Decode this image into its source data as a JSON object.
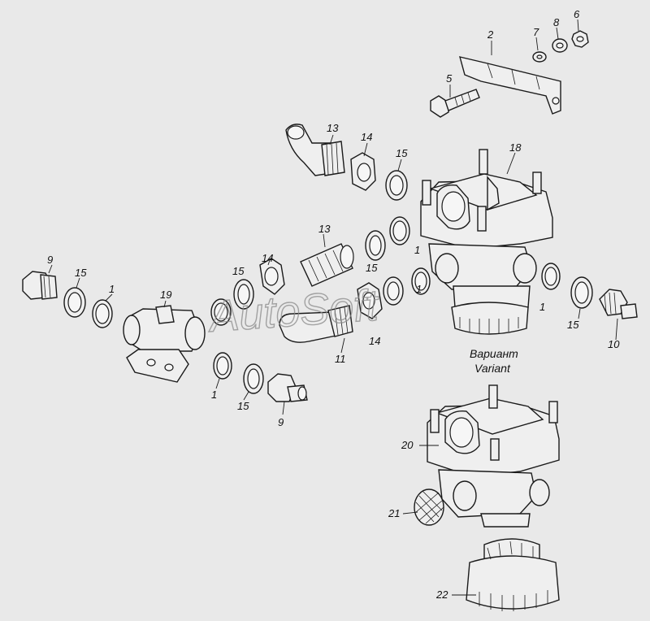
{
  "watermark": "AutoSoft",
  "variant": {
    "ru": "Вариант",
    "en": "Variant"
  },
  "callouts": {
    "c2": "2",
    "c5": "5",
    "c6": "6",
    "c7": "7",
    "c8": "8",
    "c13a": "13",
    "c14a": "14",
    "c15a": "15",
    "c18": "18",
    "c13b": "13",
    "c14b": "14",
    "c15b": "15",
    "c1a": "1",
    "c15c": "15",
    "c9a": "9",
    "c15d": "15",
    "c1b": "1",
    "c19": "19",
    "c1c": "1",
    "c1d": "1",
    "c15e": "15",
    "c10": "10",
    "c11": "11",
    "c14c": "14",
    "c1e": "1",
    "c15f": "15",
    "c9b": "9",
    "c20": "20",
    "c21": "21",
    "c22": "22"
  },
  "colors": {
    "background": "#e9e9e9",
    "line": "#1a1a1a",
    "watermark": "#8a8a8a"
  }
}
